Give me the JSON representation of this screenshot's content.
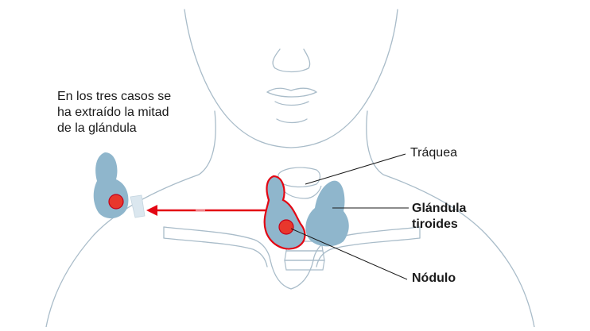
{
  "annotation": {
    "line1": "En los tres casos se",
    "line2": "ha extraído la mitad",
    "line3": "de la glándula"
  },
  "labels": {
    "trachea": "Tráquea",
    "gland_line1": "Glándula",
    "gland_line2": "tiroides",
    "nodule": "Nódulo"
  },
  "colors": {
    "outline": "#a9bcc9",
    "gland": "#8fb6cc",
    "highlight": "#e30613",
    "nodule": "#e8372c",
    "text": "#1a1a1a"
  }
}
